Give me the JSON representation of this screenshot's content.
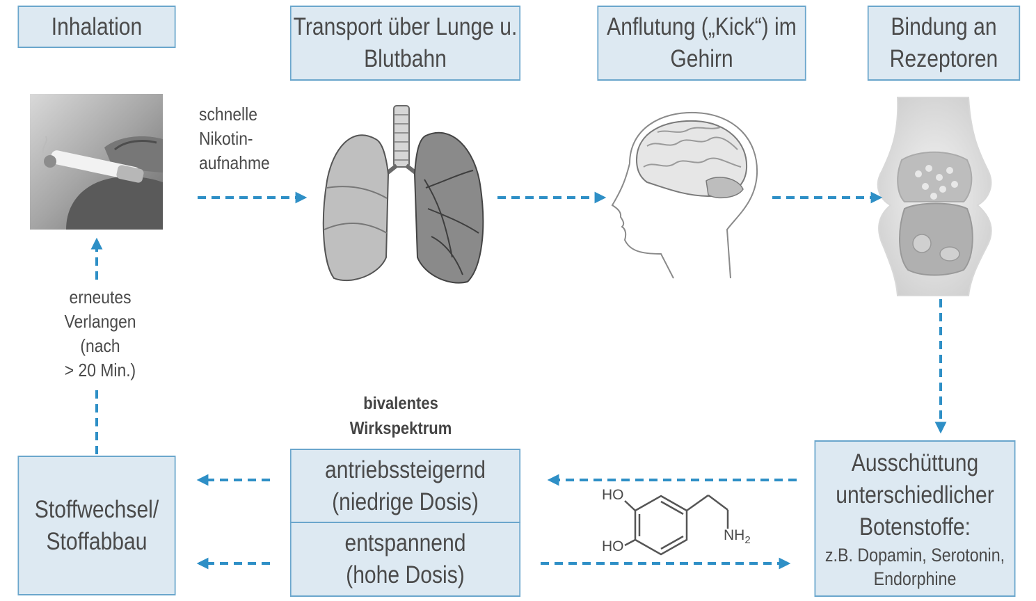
{
  "stages": {
    "inhalation": "Inhalation",
    "transport": [
      "Transport über Lunge u.",
      "Blutbahn"
    ],
    "anflutung": [
      "Anflutung („Kick“) im",
      "Gehirn"
    ],
    "bindung": [
      "Bindung an",
      "Rezeptoren"
    ],
    "ausschuettung": [
      "Ausschüttung",
      "unterschiedlicher",
      "Botenstoffe:"
    ],
    "ausschuettung_examples": [
      "z.B. Dopamin, Serotonin,",
      "Endorphine"
    ],
    "stoffwechsel": [
      "Stoffwechsel/",
      "Stoffabbau"
    ]
  },
  "effects": {
    "heading": [
      "bivalentes",
      "Wirkspektrum"
    ],
    "low": [
      "antriebssteigernd",
      "(niedrige Dosis)"
    ],
    "high": [
      "entspannend",
      "(hohe Dosis)"
    ]
  },
  "annotations": {
    "uptake": [
      "schnelle",
      "Nikotin-",
      "aufnahme"
    ],
    "craving": [
      "erneutes",
      "Verlangen",
      "(nach",
      "> 20 Min.)"
    ]
  },
  "molecule": {
    "ho_top": "HO",
    "ho_bottom": "HO",
    "nh": "NH",
    "nh_sub": "2"
  },
  "colors": {
    "box_fill": "#dde9f2",
    "box_border": "#6aa6cc",
    "arrow": "#2e8fc6",
    "text": "#4a4a4a"
  }
}
